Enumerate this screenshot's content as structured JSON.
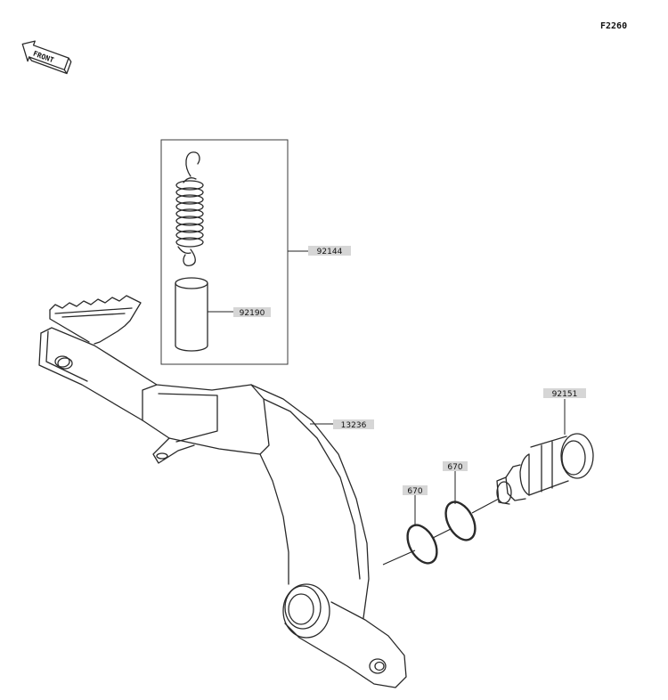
{
  "diagram_code": "F2260",
  "front_label": "FRONT",
  "parts": [
    {
      "id": "spring",
      "number": "92144"
    },
    {
      "id": "collar",
      "number": "92190"
    },
    {
      "id": "brake-pedal",
      "number": "13236"
    },
    {
      "id": "pivot-bolt",
      "number": "92151"
    },
    {
      "id": "o-ring-left",
      "number": "670"
    },
    {
      "id": "o-ring-right",
      "number": "670"
    }
  ]
}
